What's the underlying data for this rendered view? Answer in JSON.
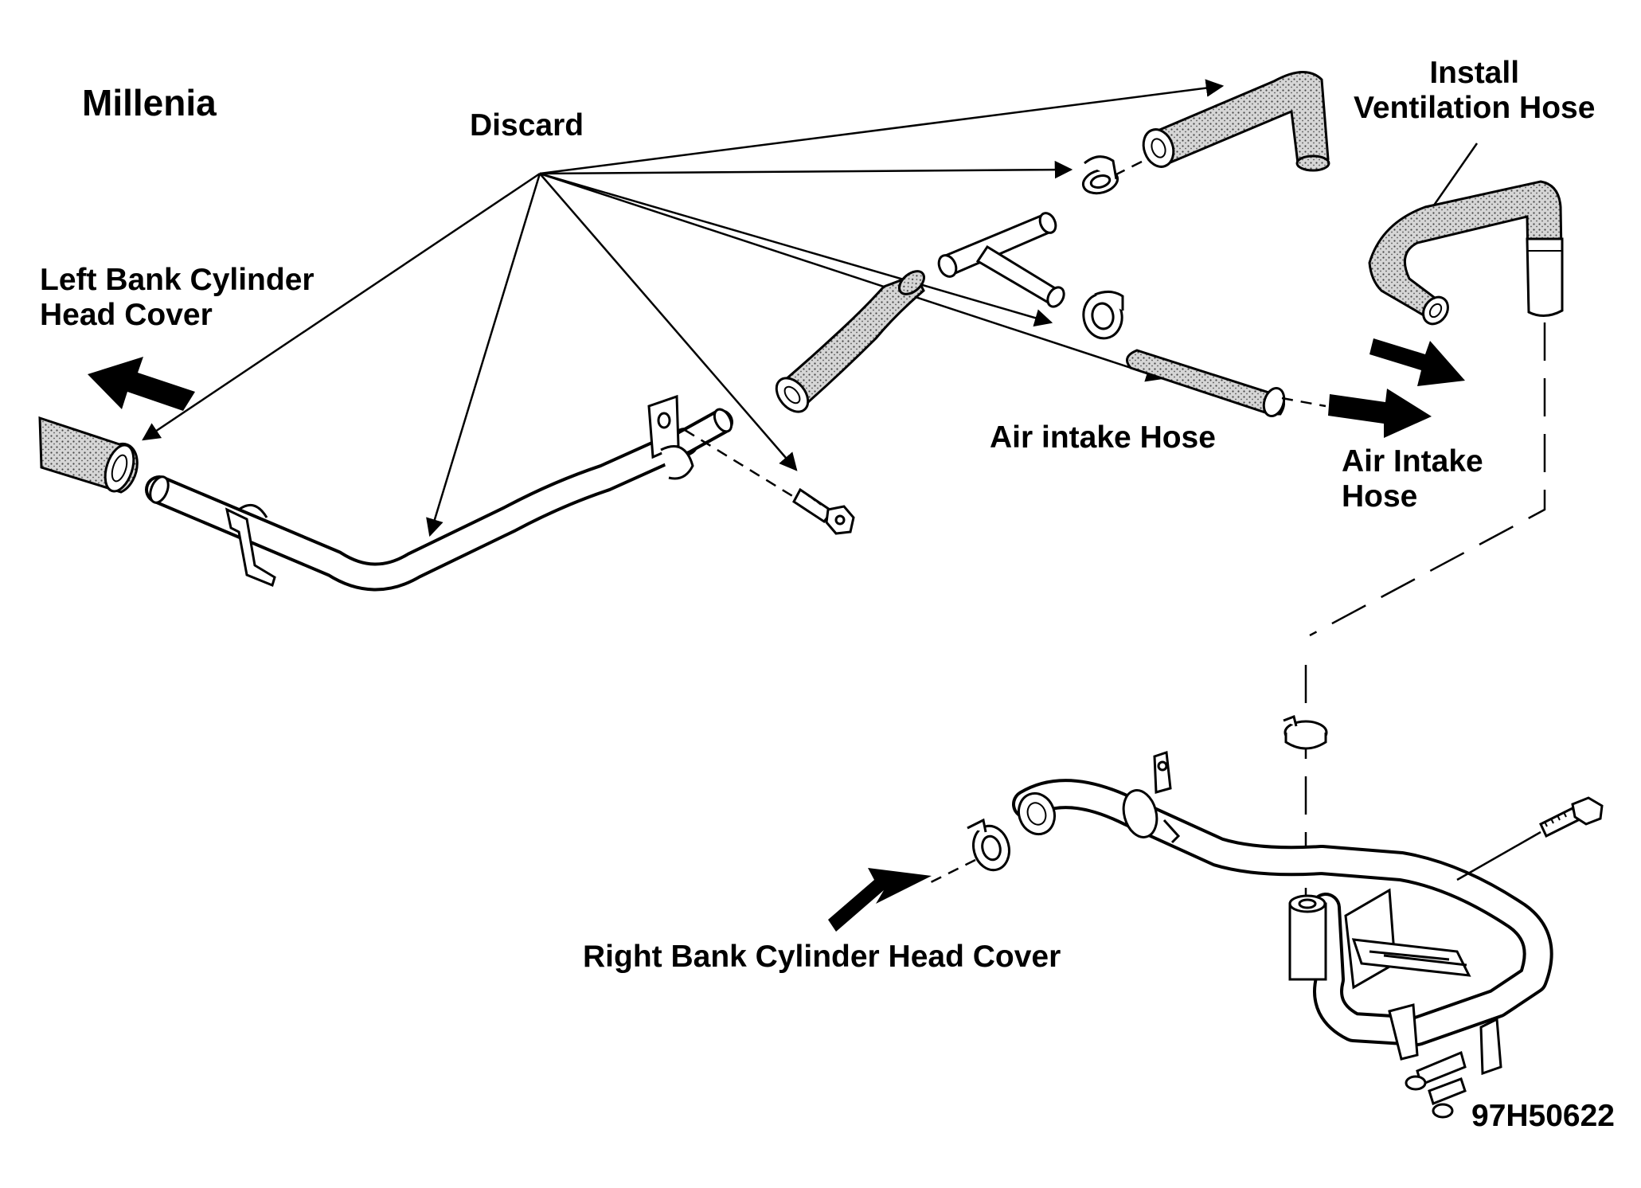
{
  "figure": {
    "model": "Millenia",
    "figure_code": "97H50622"
  },
  "labels": {
    "discard": "Discard",
    "install_ventilation_hose": "Install\nVentilation Hose",
    "left_bank": "Left Bank Cylinder\nHead Cover",
    "air_intake_hose_part": "Air intake Hose",
    "air_intake_hose_direction": "Air Intake\nHose",
    "right_bank": "Right Bank Cylinder Head Cover"
  },
  "colors": {
    "ink": "#000000",
    "paper": "#ffffff",
    "stipple": "#c9c9c9"
  }
}
